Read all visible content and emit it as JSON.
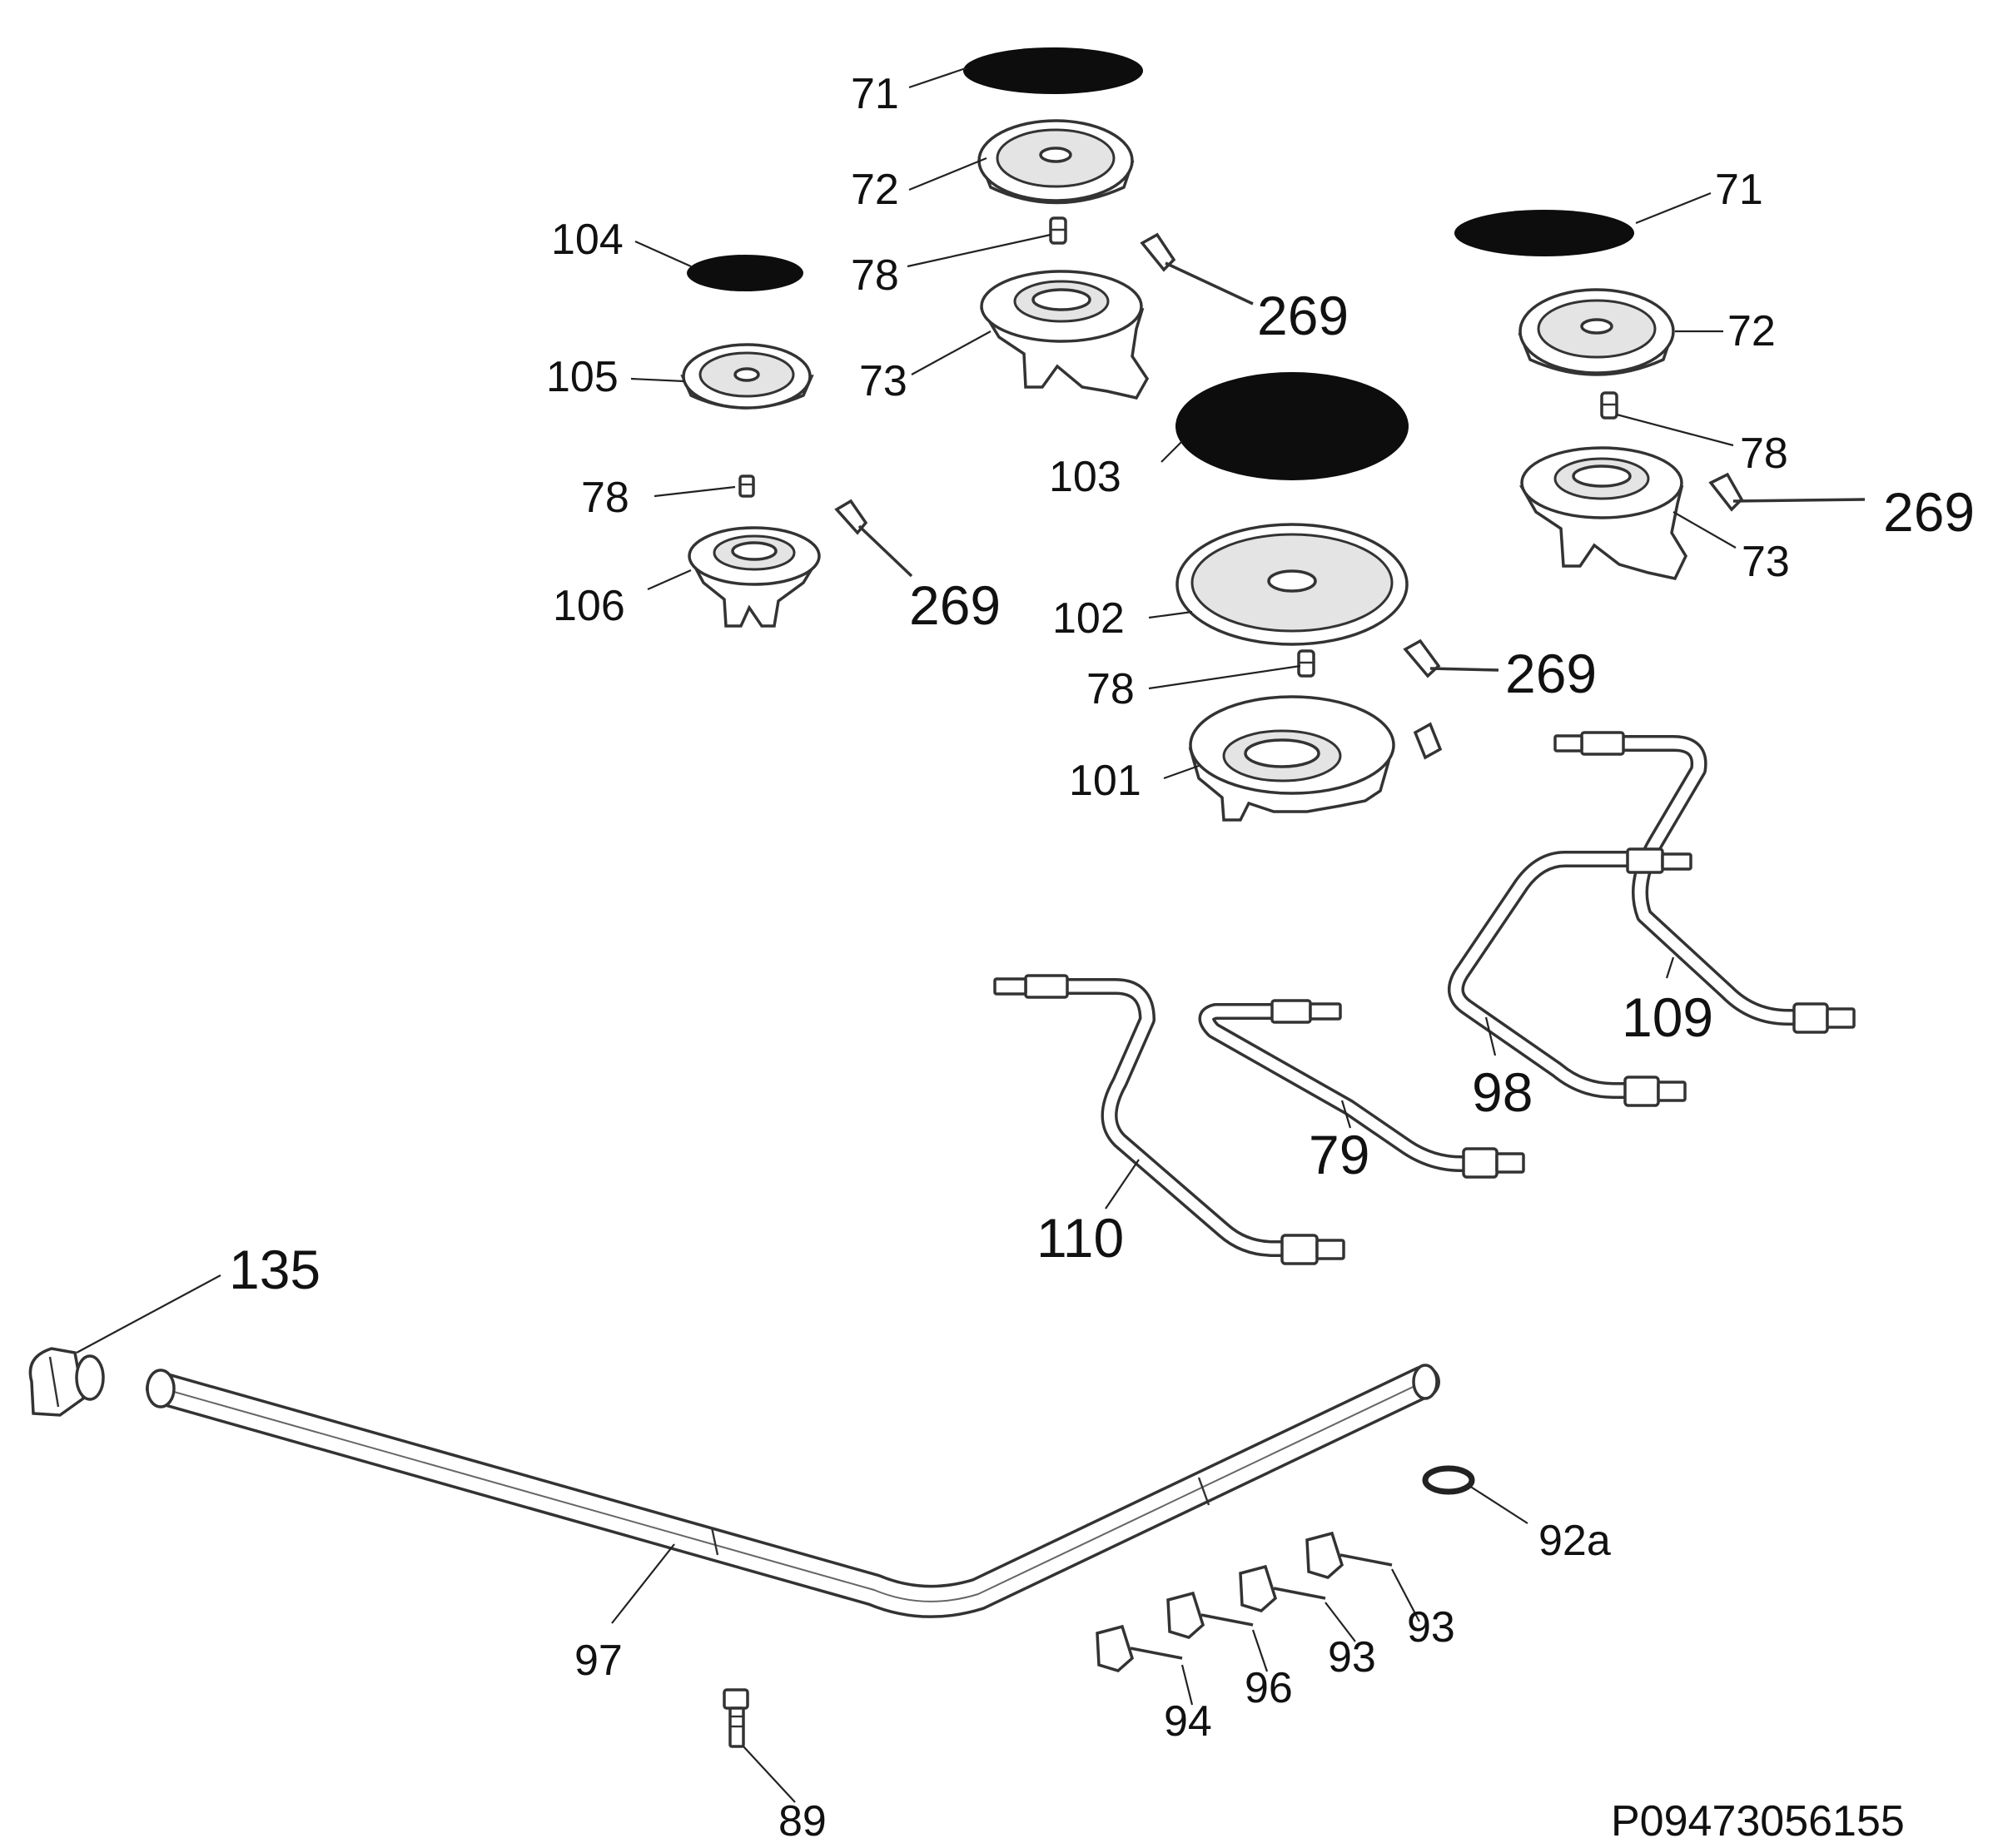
{
  "diagram": {
    "drawing_code": "P09473056155",
    "parts": {
      "p71_a": "71",
      "p72_a": "72",
      "p78_a": "78",
      "p73_a": "73",
      "p269_a": "269",
      "p104": "104",
      "p105": "105",
      "p78_b": "78",
      "p106": "106",
      "p269_b": "269",
      "p103": "103",
      "p102": "102",
      "p78_c": "78",
      "p101": "101",
      "p269_c": "269",
      "p71_b": "71",
      "p72_b": "72",
      "p78_d": "78",
      "p73_b": "73",
      "p269_d": "269",
      "p109": "109",
      "p98": "98",
      "p79": "79",
      "p110": "110",
      "p135": "135",
      "p97": "97",
      "p92a": "92a",
      "p93_a": "93",
      "p93_b": "93",
      "p96": "96",
      "p94": "94",
      "p89": "89"
    }
  }
}
